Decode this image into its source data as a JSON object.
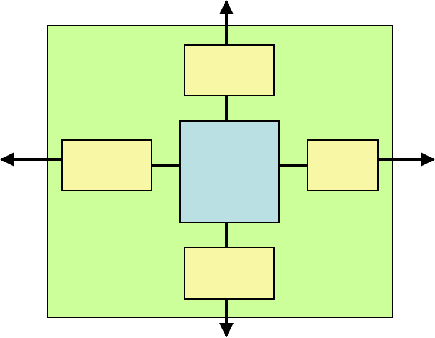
{
  "colors": {
    "outer_fill": "#ccff99",
    "center_fill": "#bbe0e3",
    "satellite_fill": "#f7f7a5",
    "stroke": "#000000"
  },
  "nodes": {
    "container": {
      "shape": "rectangle",
      "label": ""
    },
    "center": {
      "shape": "rectangle",
      "label": ""
    },
    "top": {
      "shape": "rectangle",
      "label": ""
    },
    "bottom": {
      "shape": "rectangle",
      "label": ""
    },
    "left": {
      "shape": "rectangle",
      "label": ""
    },
    "right": {
      "shape": "rectangle",
      "label": ""
    }
  },
  "edges": [
    {
      "from": "center",
      "to": "top",
      "style": "thick-line"
    },
    {
      "from": "center",
      "to": "bottom",
      "style": "thick-line"
    },
    {
      "from": "center",
      "to": "left",
      "style": "thick-line"
    },
    {
      "from": "center",
      "to": "right",
      "style": "thick-line"
    },
    {
      "from": "top",
      "to": "outside-top",
      "style": "arrow"
    },
    {
      "from": "bottom",
      "to": "outside-bottom",
      "style": "arrow"
    },
    {
      "from": "left",
      "to": "outside-left",
      "style": "arrow"
    },
    {
      "from": "right",
      "to": "outside-right",
      "style": "arrow"
    }
  ]
}
